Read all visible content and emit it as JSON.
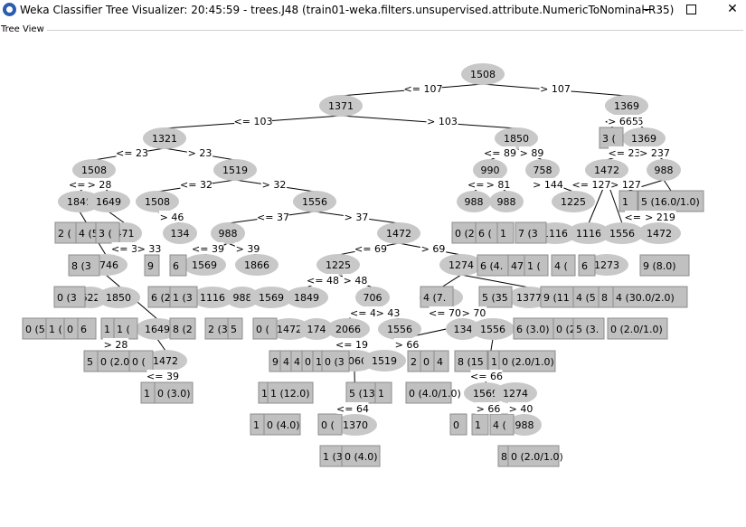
{
  "window": {
    "title": "Weka Classifier Tree Visualizer: 20:45:59 - trees.J48 (train01-weka.filters.unsupervised.attribute.NumericToNominal-R35)",
    "icon": "weka-bird-icon",
    "minimize_icon": "minimize-icon",
    "maximize_icon": "maximize-icon",
    "close_icon": "close-icon"
  },
  "panel": {
    "label": "Tree View"
  },
  "colors": {
    "node_fill": "#c8c8c8",
    "leaf_fill": "#c0c0c0",
    "edge": "#000000"
  },
  "tree": {
    "nodes": [
      {
        "id": "n1508a",
        "label": "1508"
      },
      {
        "id": "n1371",
        "label": "1371"
      },
      {
        "id": "n1369a",
        "label": "1369"
      },
      {
        "id": "n1321",
        "label": "1321"
      },
      {
        "id": "n1850a",
        "label": "1850"
      },
      {
        "id": "n1369b",
        "label": "1369"
      },
      {
        "id": "n1508b",
        "label": "1508"
      },
      {
        "id": "n1519",
        "label": "1519"
      },
      {
        "id": "n990",
        "label": "990"
      },
      {
        "id": "n758",
        "label": "758"
      },
      {
        "id": "n1472a",
        "label": "1472"
      },
      {
        "id": "n988a",
        "label": "988"
      },
      {
        "id": "n1849a",
        "label": "1849"
      },
      {
        "id": "n1649a",
        "label": "1649"
      },
      {
        "id": "n1508c",
        "label": "1508"
      },
      {
        "id": "n1556a",
        "label": "1556"
      },
      {
        "id": "n988b",
        "label": "988"
      },
      {
        "id": "n988c",
        "label": "988"
      },
      {
        "id": "n1225a",
        "label": "1225"
      },
      {
        "id": "n471",
        "label": "471"
      },
      {
        "id": "n134a",
        "label": "134"
      },
      {
        "id": "n988d",
        "label": "988"
      },
      {
        "id": "n1472b",
        "label": "1472"
      },
      {
        "id": "n1116a",
        "label": "1116"
      },
      {
        "id": "n1116b",
        "label": "1116"
      },
      {
        "id": "n1556b",
        "label": "1556"
      },
      {
        "id": "n1472c",
        "label": "1472"
      },
      {
        "id": "n1746",
        "label": "1746"
      },
      {
        "id": "n1569a",
        "label": "1569"
      },
      {
        "id": "n1866",
        "label": "1866"
      },
      {
        "id": "n1225b",
        "label": "1225"
      },
      {
        "id": "n1274a",
        "label": "1274"
      },
      {
        "id": "n1273",
        "label": "1273"
      },
      {
        "id": "n622",
        "label": "622"
      },
      {
        "id": "n1850b",
        "label": "1850"
      },
      {
        "id": "n1116c",
        "label": "1116"
      },
      {
        "id": "n988e",
        "label": "988"
      },
      {
        "id": "n1569b",
        "label": "1569"
      },
      {
        "id": "n1849b",
        "label": "1849"
      },
      {
        "id": "n706",
        "label": "706"
      },
      {
        "id": "n1649b",
        "label": "1649"
      },
      {
        "id": "n1377",
        "label": "1377"
      },
      {
        "id": "n1649c",
        "label": "1649"
      },
      {
        "id": "n1472d",
        "label": "1472"
      },
      {
        "id": "n174a",
        "label": "174"
      },
      {
        "id": "n2066a",
        "label": "2066"
      },
      {
        "id": "n1556c",
        "label": "1556"
      },
      {
        "id": "n134b",
        "label": "134"
      },
      {
        "id": "n1556d",
        "label": "1556"
      },
      {
        "id": "n1472e",
        "label": "1472"
      },
      {
        "id": "n2066b",
        "label": "2066"
      },
      {
        "id": "n1519b",
        "label": "1519"
      },
      {
        "id": "n1569c",
        "label": "1569"
      },
      {
        "id": "n1274b",
        "label": "1274"
      },
      {
        "id": "n1370",
        "label": "1370"
      },
      {
        "id": "n988f",
        "label": "988"
      }
    ],
    "edges": [
      {
        "from": "n1508a",
        "to": "n1371",
        "label": "<= 107"
      },
      {
        "from": "n1508a",
        "to": "n1369a",
        "label": "> 107"
      },
      {
        "from": "n1371",
        "to": "n1321",
        "label": "<= 103"
      },
      {
        "from": "n1371",
        "to": "n1850a",
        "label": "> 103"
      },
      {
        "from": "n1369a",
        "to": "l1369a-1",
        "label": "<= 665"
      },
      {
        "from": "n1369a",
        "to": "n1369b",
        "label": "> 665"
      },
      {
        "from": "n1321",
        "to": "n1508b",
        "label": "<= 23"
      },
      {
        "from": "n1321",
        "to": "n1519",
        "label": "> 23"
      },
      {
        "from": "n1850a",
        "to": "n990",
        "label": "<= 89"
      },
      {
        "from": "n1850a",
        "to": "n758",
        "label": "> 89"
      },
      {
        "from": "n1369b",
        "to": "n1472a",
        "label": "<= 237"
      },
      {
        "from": "n1369b",
        "to": "n988a",
        "label": "> 237"
      },
      {
        "from": "n1508b",
        "to": "n1849a",
        "label": "<= 28"
      },
      {
        "from": "n1508b",
        "to": "n1649a",
        "label": "> 28"
      },
      {
        "from": "n1519",
        "to": "n1508c",
        "label": "<= 32"
      },
      {
        "from": "n1519",
        "to": "n1556a",
        "label": "> 32"
      },
      {
        "from": "n1472a",
        "to": "n1116b",
        "label": "<= 127"
      },
      {
        "from": "n1472a",
        "to": "n1556b",
        "label": "> 127"
      },
      {
        "from": "n988a",
        "to": "l988a-1",
        "label": "<= 219"
      },
      {
        "from": "n988a",
        "to": "l988a-2",
        "label": "> 219"
      },
      {
        "from": "n1556a",
        "to": "n988d",
        "label": "<= 37"
      },
      {
        "from": "n1556a",
        "to": "n1472b",
        "label": "> 37"
      },
      {
        "from": "n988d",
        "to": "n1569a",
        "label": "<= 39"
      },
      {
        "from": "n988d",
        "to": "n1866",
        "label": "> 39"
      },
      {
        "from": "n1472b",
        "to": "n1225b",
        "label": "<= 69"
      },
      {
        "from": "n1472b",
        "to": "n1274a",
        "label": "> 69"
      },
      {
        "from": "n1225b",
        "to": "n1849b",
        "label": "<= 48"
      },
      {
        "from": "n1225b",
        "to": "n706",
        "label": "> 48"
      },
      {
        "from": "n706",
        "to": "n2066a",
        "label": "<= 43"
      },
      {
        "from": "n706",
        "to": "n1556c",
        "label": "> 43"
      },
      {
        "from": "n1508c",
        "to": "n134a",
        "label": "> 46"
      },
      {
        "from": "n1849a",
        "to": "n1746",
        "label": "<= 33"
      },
      {
        "from": "n1649a",
        "to": "n471",
        "label": "> 33"
      },
      {
        "from": "n990",
        "to": "n988b",
        "label": "<= 81"
      },
      {
        "from": "n990",
        "to": "n988c",
        "label": "> 81"
      },
      {
        "from": "n758",
        "to": "n1225a",
        "label": "> 144"
      },
      {
        "from": "n1274a",
        "to": "n1649b",
        "label": "<= 70"
      },
      {
        "from": "n1274a",
        "to": "n1377",
        "label": "> 70"
      },
      {
        "from": "n1556c",
        "to": "n1556d",
        "label": "> 66"
      },
      {
        "from": "n1556d",
        "to": "n1569c",
        "label": "<= 66"
      },
      {
        "from": "n1569c",
        "to": "n1274b",
        "label": "> 66"
      },
      {
        "from": "n1274b",
        "to": "n988f",
        "label": "> 40"
      },
      {
        "from": "n2066a",
        "to": "n2066b",
        "label": "<= 19"
      },
      {
        "from": "n2066b",
        "to": "n1370",
        "label": "<= 64"
      },
      {
        "from": "n1746",
        "to": "n1649c",
        "label": "> 28"
      },
      {
        "from": "n1649c",
        "to": "n1472e",
        "label": "<= 39"
      }
    ],
    "leaves": [
      {
        "id": "l1369a-1",
        "label": "3 ("
      },
      {
        "id": "l988a-1",
        "label": "1"
      },
      {
        "id": "l988a-2",
        "label": "5 (16.0/1.0)"
      },
      {
        "id": "l-r3a",
        "label": "2 ("
      },
      {
        "id": "l-r3b",
        "label": "4 (5"
      },
      {
        "id": "l-r3c",
        "label": "3 ("
      },
      {
        "id": "l-r3d",
        "label": "0 (2"
      },
      {
        "id": "l-r3e",
        "label": "6 ("
      },
      {
        "id": "l-r3f",
        "label": "1"
      },
      {
        "id": "l-r3g",
        "label": "7 (3"
      },
      {
        "id": "l-r3h",
        "label": "9 (8.0)"
      },
      {
        "id": "l-r4a",
        "label": "8 (3"
      },
      {
        "id": "l-r4b",
        "label": "9"
      },
      {
        "id": "l-r4c",
        "label": "6"
      },
      {
        "id": "l-r4d",
        "label": "6 (4."
      },
      {
        "id": "l-r4e",
        "label": "47"
      },
      {
        "id": "l-r4f",
        "label": "1 ("
      },
      {
        "id": "l-r4g",
        "label": "4 ("
      },
      {
        "id": "l-r4h",
        "label": "6"
      },
      {
        "id": "l-r5a",
        "label": "0 (3"
      },
      {
        "id": "l-r5b",
        "label": "6 (2"
      },
      {
        "id": "l-r5c",
        "label": "1 (3"
      },
      {
        "id": "l-r5d",
        "label": "5 (35"
      },
      {
        "id": "l-r5e",
        "label": "9 (11"
      },
      {
        "id": "l-r5f",
        "label": "4 (5"
      },
      {
        "id": "l-r5g",
        "label": "8"
      },
      {
        "id": "l-r5h",
        "label": "4 (30.0/2.0)"
      },
      {
        "id": "l-r6a",
        "label": "0 (5"
      },
      {
        "id": "l-r6b",
        "label": "1 ("
      },
      {
        "id": "l-r6c",
        "label": "0"
      },
      {
        "id": "l-r6d",
        "label": "6"
      },
      {
        "id": "l-r6e",
        "label": "1"
      },
      {
        "id": "l-r6f",
        "label": "1 ("
      },
      {
        "id": "l-r6g",
        "label": "8 (2"
      },
      {
        "id": "l-r6h",
        "label": "2 (3"
      },
      {
        "id": "l-r6i",
        "label": "5"
      },
      {
        "id": "l-r6j",
        "label": "0 ("
      },
      {
        "id": "l-r6k",
        "label": "4 (7."
      },
      {
        "id": "l-r6l",
        "label": "6 (3.0)"
      },
      {
        "id": "l-r6m",
        "label": "0 (2"
      },
      {
        "id": "l-r6n",
        "label": "5 (3."
      },
      {
        "id": "l-r6o",
        "label": "0 (2.0/1.0)"
      },
      {
        "id": "l-r7a",
        "label": "5"
      },
      {
        "id": "l-r7b",
        "label": "0 (2.0"
      },
      {
        "id": "l-r7c",
        "label": "0 ("
      },
      {
        "id": "l-r7d",
        "label": "9"
      },
      {
        "id": "l-r7e",
        "label": "4"
      },
      {
        "id": "l-r7f",
        "label": "4"
      },
      {
        "id": "l-r7g",
        "label": "0"
      },
      {
        "id": "l-r7h",
        "label": "1"
      },
      {
        "id": "l-r7i",
        "label": "0 (3"
      },
      {
        "id": "l-r7j",
        "label": "2"
      },
      {
        "id": "l-r7k",
        "label": "0"
      },
      {
        "id": "l-r7l",
        "label": "4"
      },
      {
        "id": "l-r7m",
        "label": "8 (15"
      },
      {
        "id": "l-r7n",
        "label": "1"
      },
      {
        "id": "l-r7o",
        "label": "0 (2.0/1.0)"
      },
      {
        "id": "l-r8a",
        "label": "1"
      },
      {
        "id": "l-r8b",
        "label": "0 (3.0)"
      },
      {
        "id": "l-r8c",
        "label": "1"
      },
      {
        "id": "l-r8d",
        "label": "1 (12.0)"
      },
      {
        "id": "l-r8e",
        "label": "5 (13"
      },
      {
        "id": "l-r8f",
        "label": "1"
      },
      {
        "id": "l-r8g",
        "label": "0 (4.0/1.0)"
      },
      {
        "id": "l-r9a",
        "label": "1"
      },
      {
        "id": "l-r9b",
        "label": "0 (4.0)"
      },
      {
        "id": "l-r9c",
        "label": "0 ("
      },
      {
        "id": "l-r9d",
        "label": "0"
      },
      {
        "id": "l-r9e",
        "label": "1"
      },
      {
        "id": "l-r9f",
        "label": "4 ("
      },
      {
        "id": "l-r10a",
        "label": "1 (3"
      },
      {
        "id": "l-r10b",
        "label": "0 (4.0)"
      },
      {
        "id": "l-r10c",
        "label": "8"
      },
      {
        "id": "l-r10d",
        "label": "0 (2.0/1.0)"
      }
    ]
  }
}
